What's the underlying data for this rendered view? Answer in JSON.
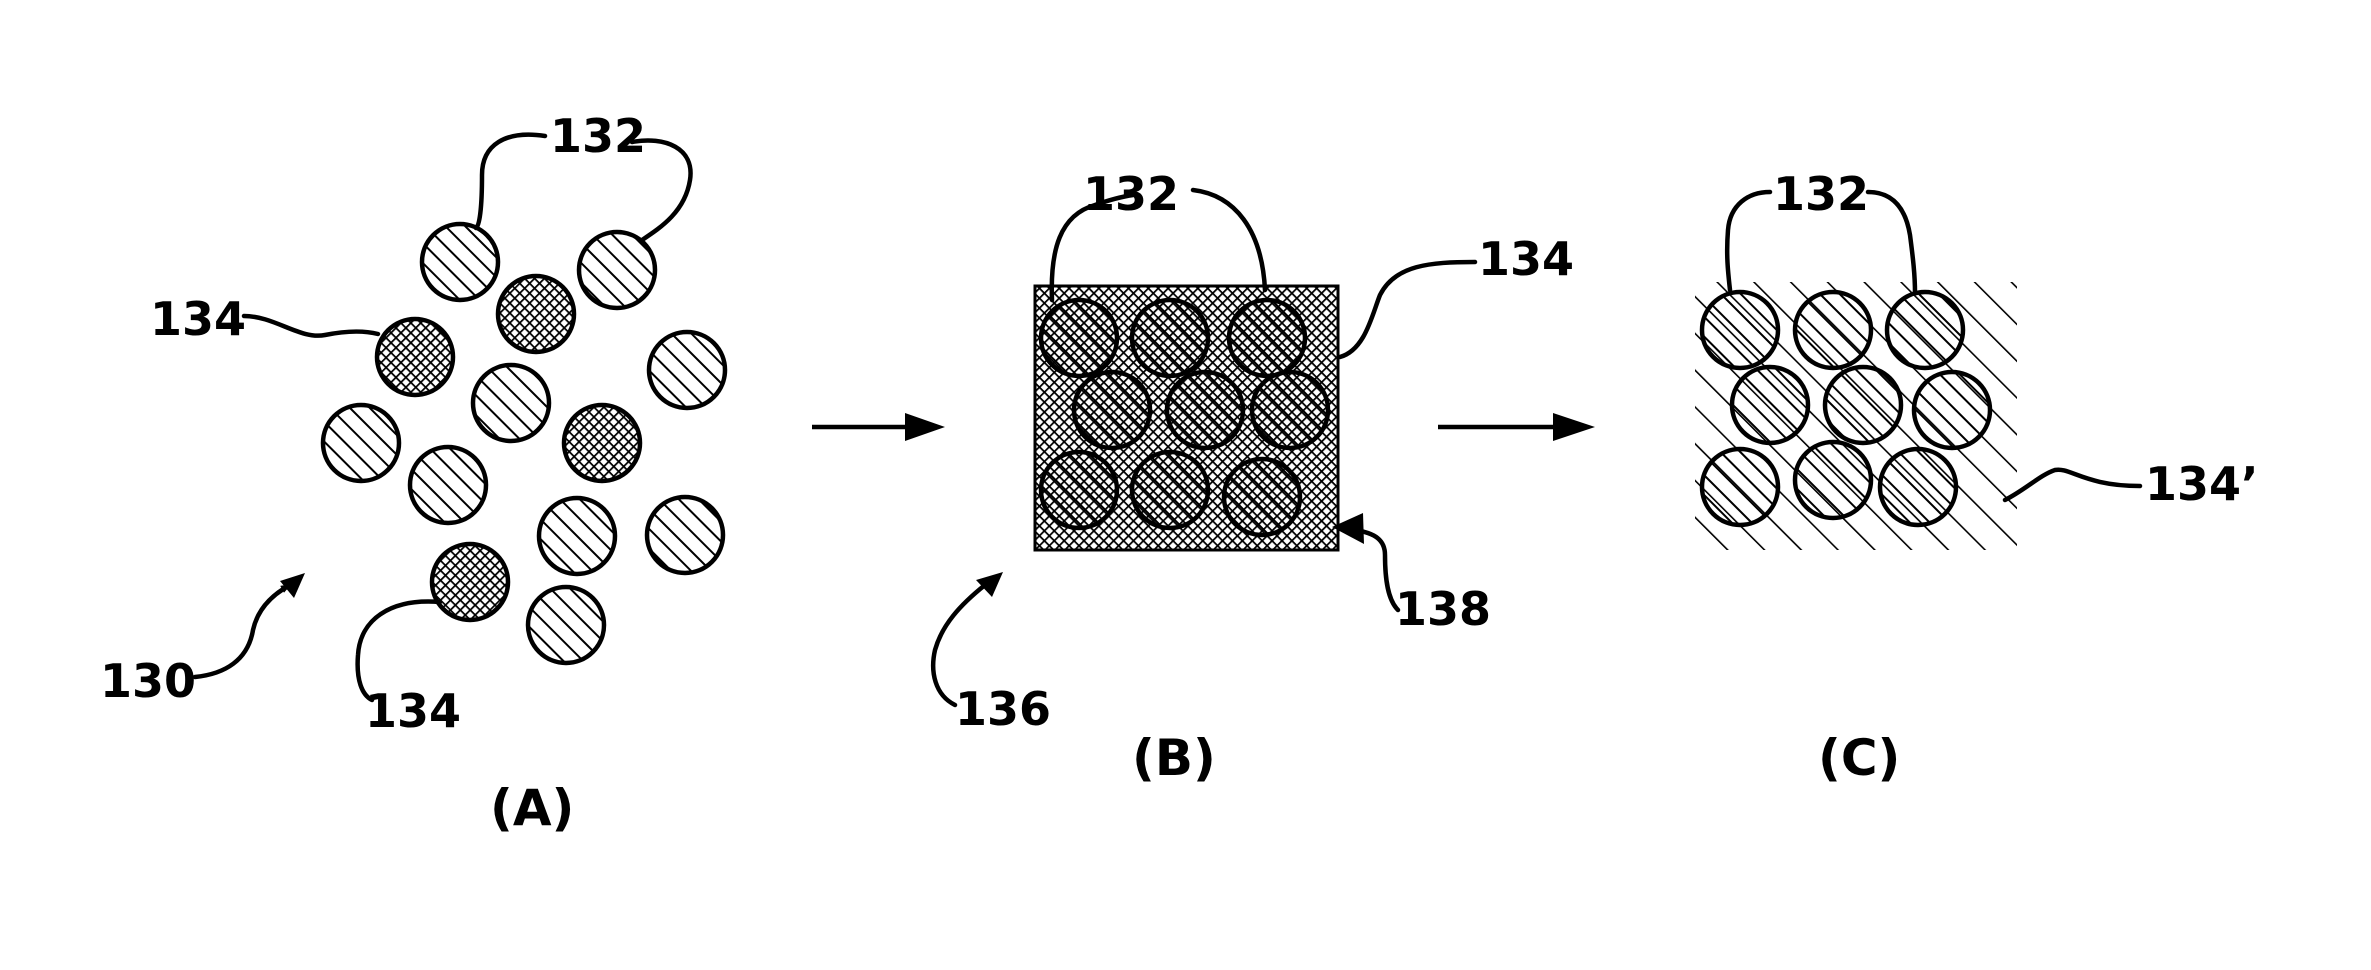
{
  "colors": {
    "ink": "#000000",
    "paper": "#ffffff"
  },
  "panels": [
    {
      "caption": "(A)"
    },
    {
      "caption": "(B)"
    },
    {
      "caption": "(C)"
    }
  ],
  "labels": {
    "a_fiber": "132",
    "a_binder_upper": "134",
    "a_binder_lower": "134",
    "a_assembly": "130",
    "b_fiber": "132",
    "b_matrix": "134",
    "b_preform": "136",
    "b_edge": "138",
    "c_fiber": "132",
    "c_matrix": "134’"
  }
}
